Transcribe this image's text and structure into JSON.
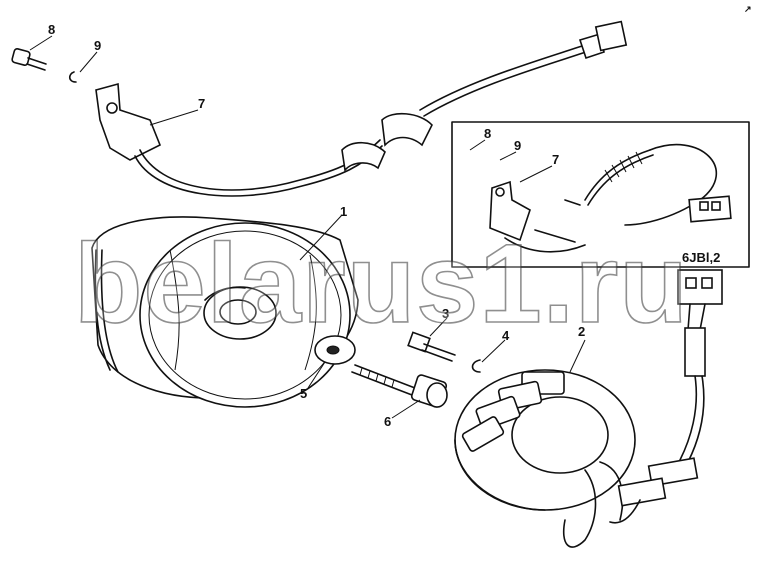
{
  "callouts": {
    "c1": "1",
    "c2": "2",
    "c3": "3",
    "c4": "4",
    "c5": "5",
    "c6": "6",
    "c7": "7",
    "c8": "8",
    "c9": "9",
    "inset_c7": "7",
    "inset_c8": "8",
    "inset_c9": "9"
  },
  "inset": {
    "model_label": "6JBl,2"
  },
  "watermark": {
    "text": "belarus1.ru"
  },
  "corner_mark": "↗"
}
